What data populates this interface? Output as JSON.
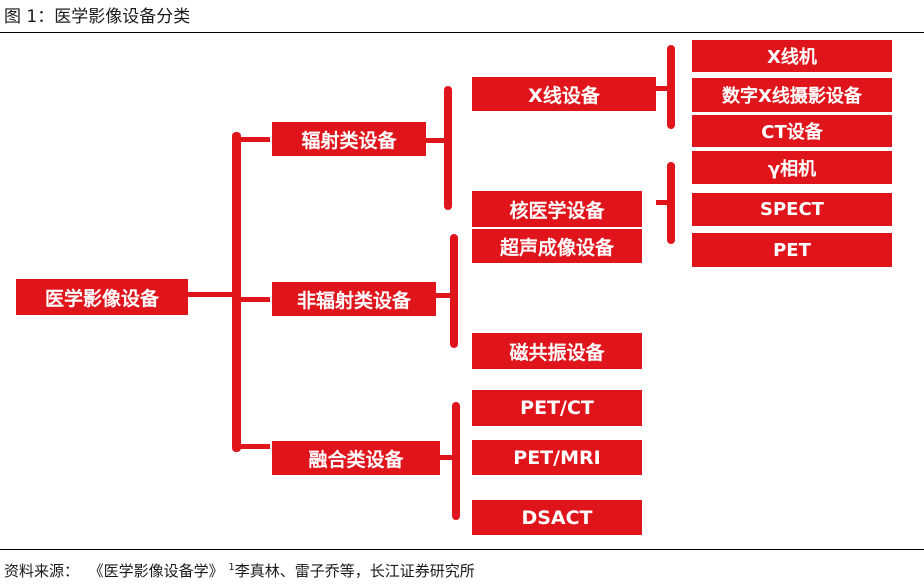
{
  "figure": {
    "title": "图 1：医学影像设备分类"
  },
  "nodes": {
    "root": "医学影像设备",
    "radiation": "辐射类设备",
    "nonradiation": "非辐射类设备",
    "fusion": "融合类设备",
    "xray": "X线设备",
    "nuclear": "核医学设备",
    "ultrasound": "超声成像设备",
    "mri": "磁共振设备",
    "petct": "PET/CT",
    "petmri": "PET/MRI",
    "dsact": "DSACT",
    "xray_machine": "X线机",
    "dr": "数字X线摄影设备",
    "ct": "CT设备",
    "gamma": "γ相机",
    "spect": "SPECT",
    "pet": "PET"
  },
  "colors": {
    "box": "#e0141b",
    "text": "#ffffff"
  },
  "source": {
    "label": "资料来源：",
    "book": "《医学影像设备学》",
    "sup": "1",
    "authors": "李真林、雷子乔等，长江证券研究所"
  }
}
